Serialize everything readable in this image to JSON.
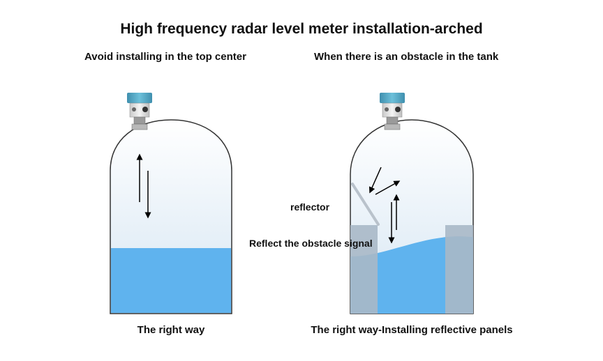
{
  "title": "High frequency radar level meter installation-arched",
  "left_panel": {
    "subtitle": "Avoid installing in the top center",
    "caption": "The right way"
  },
  "right_panel": {
    "subtitle": "When there is an obstacle in the tank",
    "caption": "The right way-Installing reflective panels",
    "label_reflector": "reflector",
    "label_obstacle": "Reflect the obstacle signal"
  },
  "colors": {
    "liquid": "#5fb3ee",
    "tank_outline": "#333333",
    "tank_gradient_top": "#ffffff",
    "tank_gradient_bottom": "#d6e6f3",
    "obstacle": "#a9b8c6",
    "reflector": "#b9c2cb",
    "meter_cap": "#56a9c4",
    "arrow": "#000000"
  }
}
